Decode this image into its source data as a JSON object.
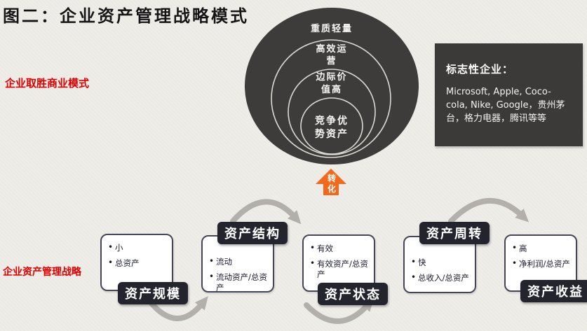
{
  "title": "图二：企业资产管理战略模式",
  "side_labels": {
    "winning_model": "企业取胜商业模式",
    "asset_strategy": "企业资产管理战略"
  },
  "model_rings": {
    "ring1_line1": "重质轻量",
    "ring2_line1": "高效运",
    "ring2_line2": "营",
    "ring3_line1": "边际价",
    "ring3_line2": "值高",
    "core_line1": "竞争优",
    "core_line2": "势资产"
  },
  "transform_arrow": {
    "char1": "转",
    "char2": "化"
  },
  "iconic_companies": {
    "title": "标志性企业：",
    "body": "Microsoft, Apple, Coco-cola, Nike, Google，贵州茅台，格力电器，腾讯等等"
  },
  "flow_steps": [
    {
      "label": "资产规模",
      "bullet1": "小",
      "bullet2": "总资产"
    },
    {
      "label": "资产结构",
      "bullet1": "流动",
      "bullet2": "流动资产/总资产"
    },
    {
      "label": "资产状态",
      "bullet1": "有效",
      "bullet2": "有效资产/总资产"
    },
    {
      "label": "资产周转",
      "bullet1": "快",
      "bullet2": "总收入/总资产"
    },
    {
      "label": "资产收益",
      "bullet1": "高",
      "bullet2": "净利润/总资产"
    }
  ],
  "colors": {
    "background": "#efede8",
    "dark_shape": "#3d3c3a",
    "ring_stroke": "#dcd9d3",
    "step_label_bg": "#24242f",
    "accent_red": "#e00000",
    "transform_orange": "#f2691e",
    "arrow_gray": "#b3b0ab"
  }
}
